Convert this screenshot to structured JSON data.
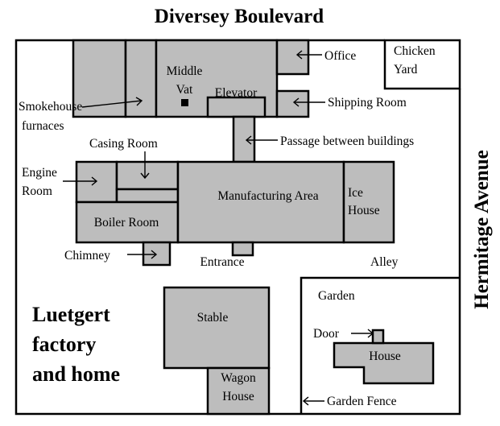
{
  "streets": {
    "north": "Diversey Boulevard",
    "east": "Hermitage Avenue"
  },
  "title": [
    "Luetgert",
    "factory",
    "and home"
  ],
  "buildings": {
    "middle_vat": [
      "Middle",
      "Vat"
    ],
    "elevator": "Elevator",
    "chicken_yard": [
      "Chicken",
      "Yard"
    ],
    "manufacturing_area": "Manufacturing Area",
    "ice_house": [
      "Ice",
      "House"
    ],
    "boiler_room": "Boiler Room",
    "stable": "Stable",
    "wagon_house": [
      "Wagon",
      "House"
    ],
    "house": "House"
  },
  "callouts": {
    "office": "Office",
    "shipping_room": "Shipping Room",
    "passage": "Passage between buildings",
    "smokehouse": [
      "Smokehouse",
      "furnaces"
    ],
    "casing_room": "Casing Room",
    "engine_room": [
      "Engine",
      "Room"
    ],
    "chimney": "Chimney",
    "door": "Door",
    "garden_fence": "Garden Fence"
  },
  "areas": {
    "entrance": "Entrance",
    "alley": "Alley",
    "garden": "Garden"
  },
  "colors": {
    "building_fill": "#bdbdbd",
    "line": "#000000",
    "background": "#ffffff"
  }
}
